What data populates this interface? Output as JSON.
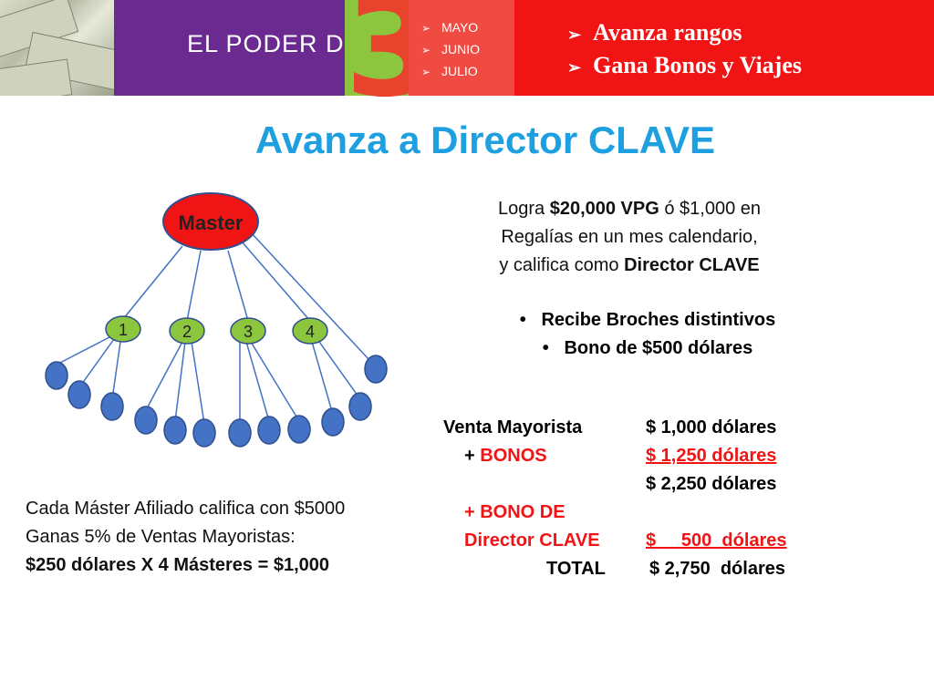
{
  "banner": {
    "brand_text": "EL PODER DE",
    "number": "3",
    "months": [
      "MAYO",
      "JUNIO",
      "JULIO"
    ],
    "rank_points": [
      "Avanza rangos",
      "Gana Bonos y Viajes"
    ]
  },
  "title": "Avanza a Director CLAVE",
  "tree": {
    "root_label": "Master",
    "children": [
      "1",
      "2",
      "3",
      "4"
    ]
  },
  "description": {
    "l1_pre": "Logra ",
    "l1_bold": "$20,000 VPG",
    "l1_post": " ó $1,000 en",
    "l2": "Regalías en un mes calendario,",
    "l3_pre": "y califica como ",
    "l3_bold": "Director CLAVE"
  },
  "benefits": [
    "Recibe Broches distintivos",
    "Bono de $500 dólares"
  ],
  "calculation": {
    "venta_label": "Venta Mayorista",
    "venta_value": "$  1,000 dólares",
    "bonos_plus": "+ ",
    "bonos_label": "BONOS",
    "bonos_value": "$  1,250 dólares",
    "subtotal_value": "$  2,250 dólares",
    "bono_de_label": "+ BONO DE",
    "director_label": "Director CLAVE",
    "director_value": "$     500  dólares",
    "total_label": "TOTAL",
    "total_value": "$ 2,750  dólares"
  },
  "note": {
    "line1": "Cada Máster Afiliado califica con $5000",
    "line2": "Ganas 5% de Ventas Mayoristas:",
    "line3": "$250 dólares X 4 Másteres = $1,000"
  },
  "colors": {
    "accent_blue": "#1ea0e0",
    "red": "#f01414",
    "purple": "#6a2a8f",
    "green": "#8cc63f",
    "node_blue": "#4472c4"
  }
}
